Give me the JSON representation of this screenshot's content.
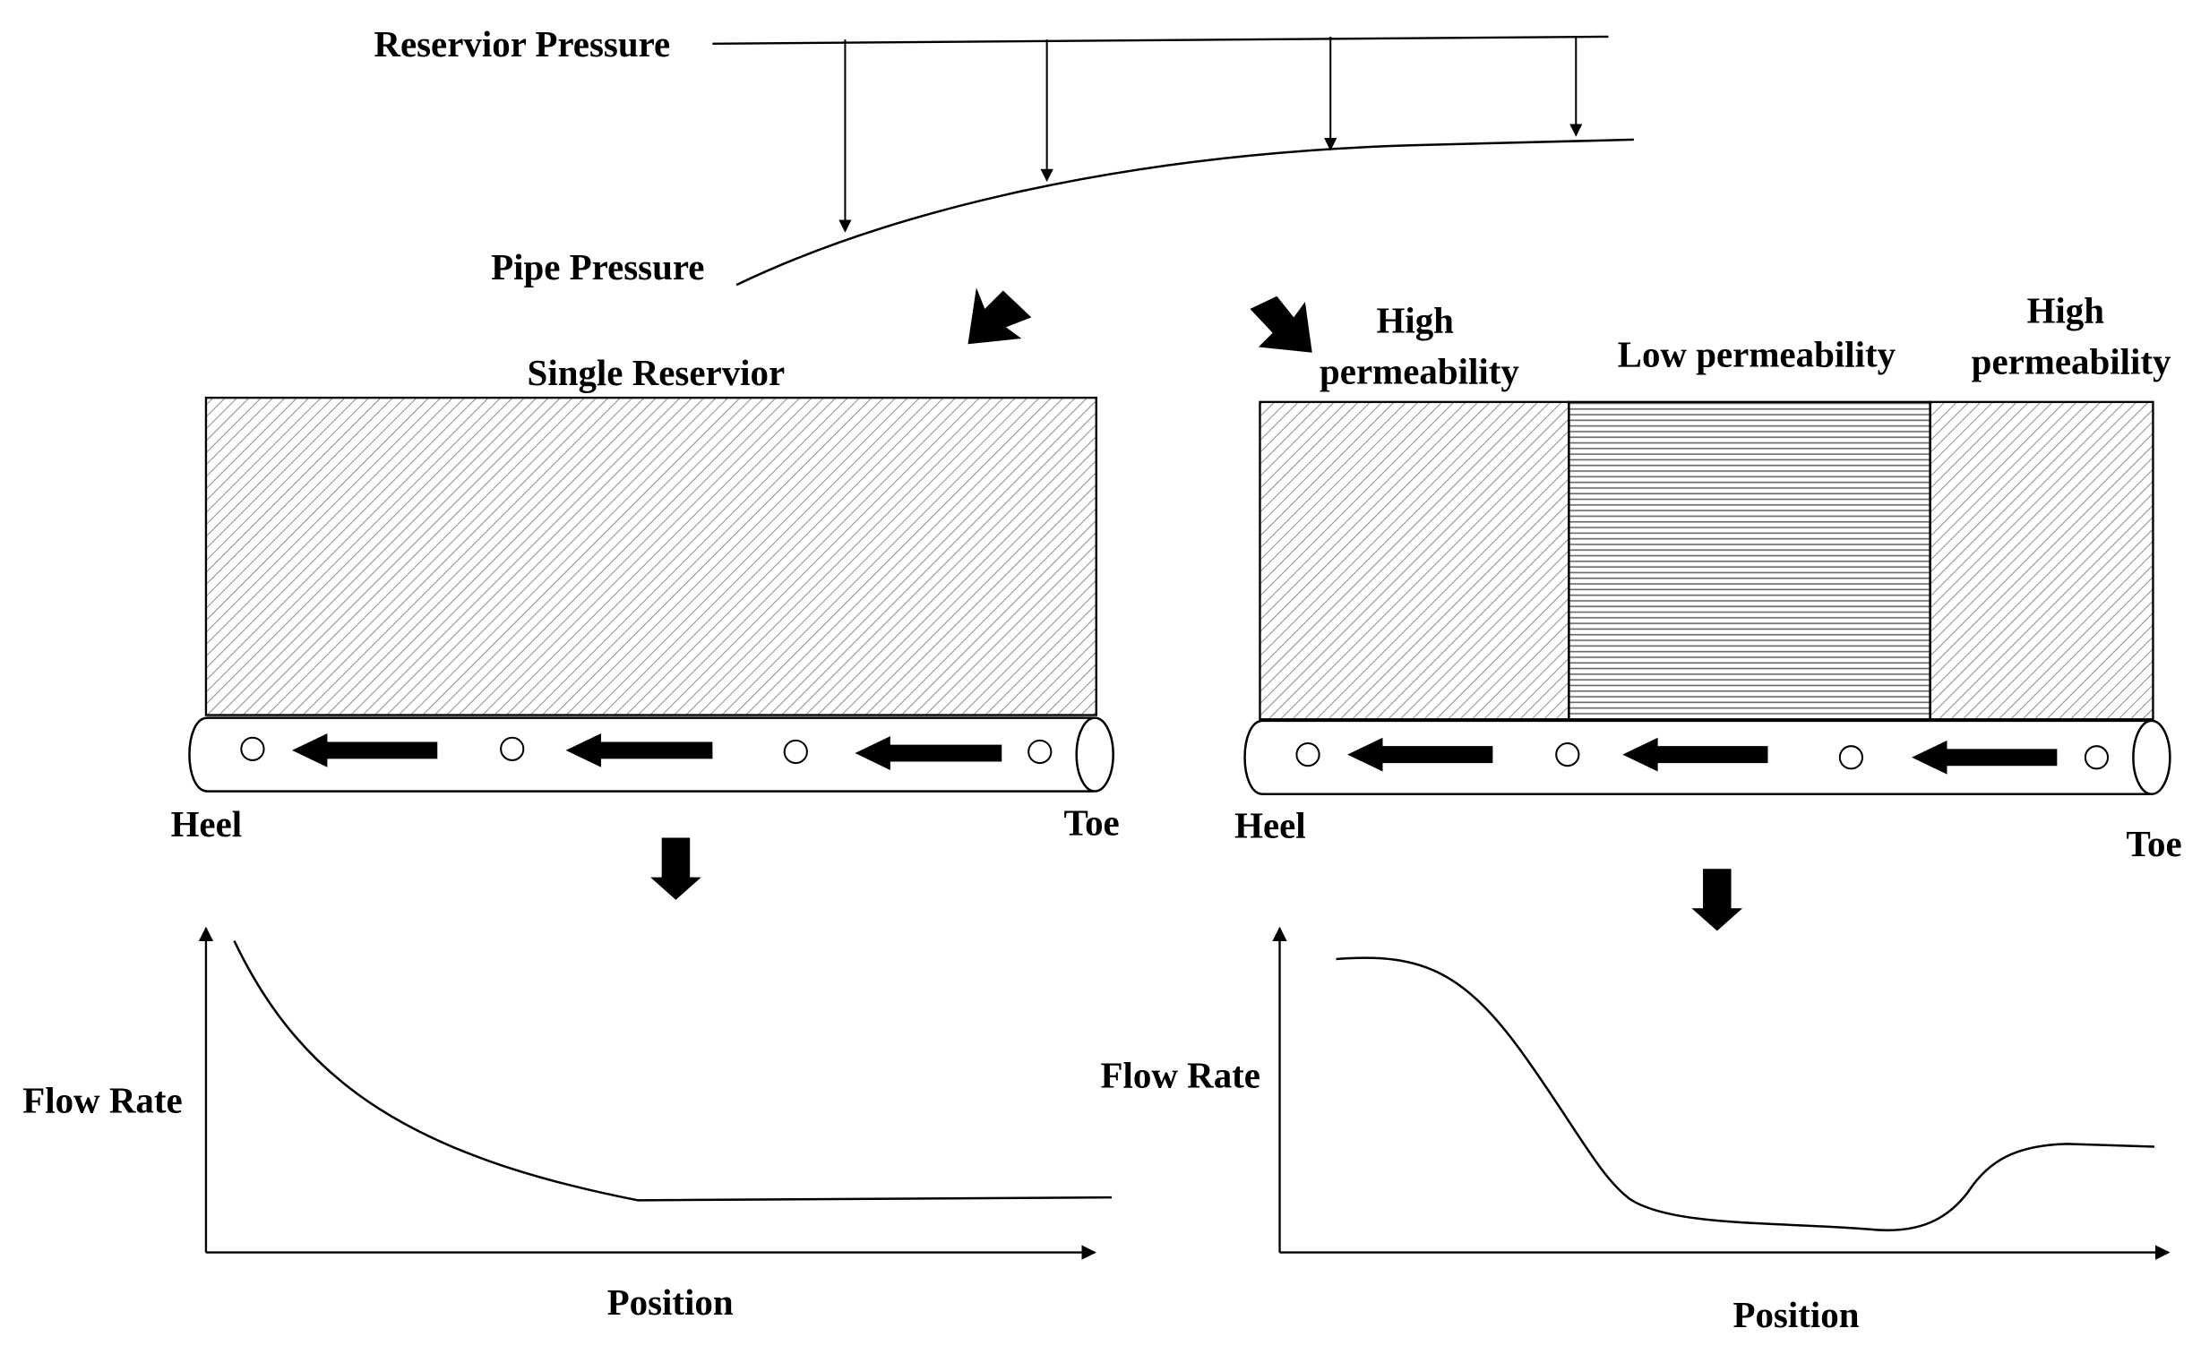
{
  "pressure_profile": {
    "reservoir_label": "Reservior Pressure",
    "pipe_label": "Pipe Pressure"
  },
  "single_case": {
    "title": "Single Reservior",
    "heel_label": "Heel",
    "toe_label": "Toe",
    "graph": {
      "ylabel": "Flow Rate",
      "xlabel": "Position"
    }
  },
  "layered_case": {
    "zone_left_label": [
      "High",
      "permeability"
    ],
    "zone_mid_label": "Low permeability",
    "zone_right_label": [
      "High",
      "permeability"
    ],
    "heel_label": "Heel",
    "toe_label": "Toe",
    "graph": {
      "ylabel": "Flow Rate",
      "xlabel": "Position"
    }
  },
  "colors": {
    "ink": "#000000",
    "background": "#ffffff",
    "hatch": "#7a7a7a"
  }
}
